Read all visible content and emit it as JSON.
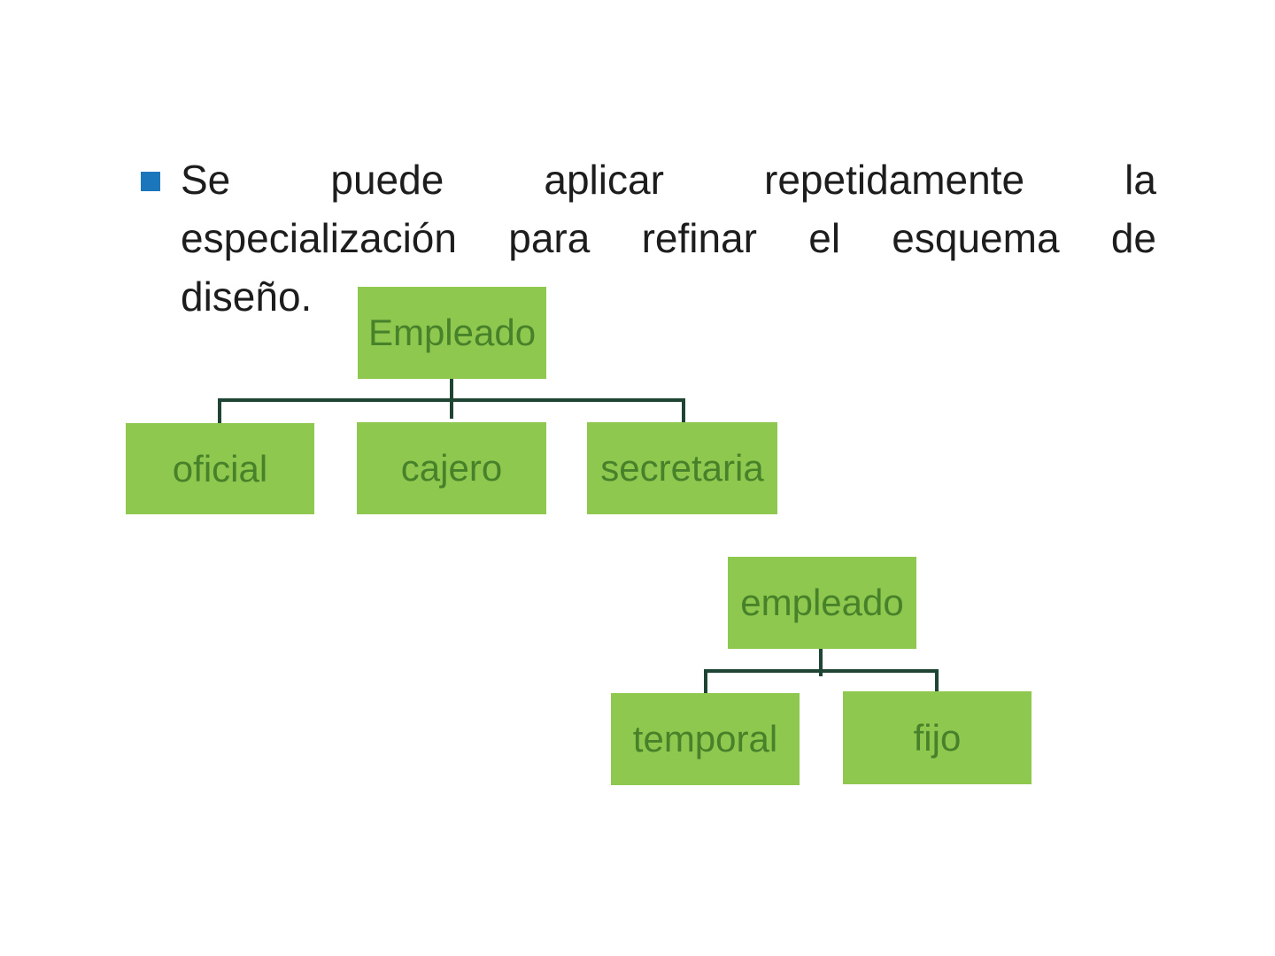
{
  "slide": {
    "bullet_text": {
      "lines": [
        "Se puede aplicar repetidamente la",
        "especialización para refinar el esquema de",
        "diseño."
      ]
    },
    "tree_roles": {
      "root": "Empleado",
      "children": [
        "oficial",
        "cajero",
        "secretaria"
      ]
    },
    "tree_contract": {
      "root": "empleado",
      "children": [
        "temporal",
        "fijo"
      ]
    }
  },
  "colors": {
    "node_fill": "#8ec84f",
    "node_text": "#47812a",
    "connector": "#1e4434",
    "body_text": "#1d1d1d",
    "bullet": "#1b76bc",
    "background": "#ffffff"
  }
}
